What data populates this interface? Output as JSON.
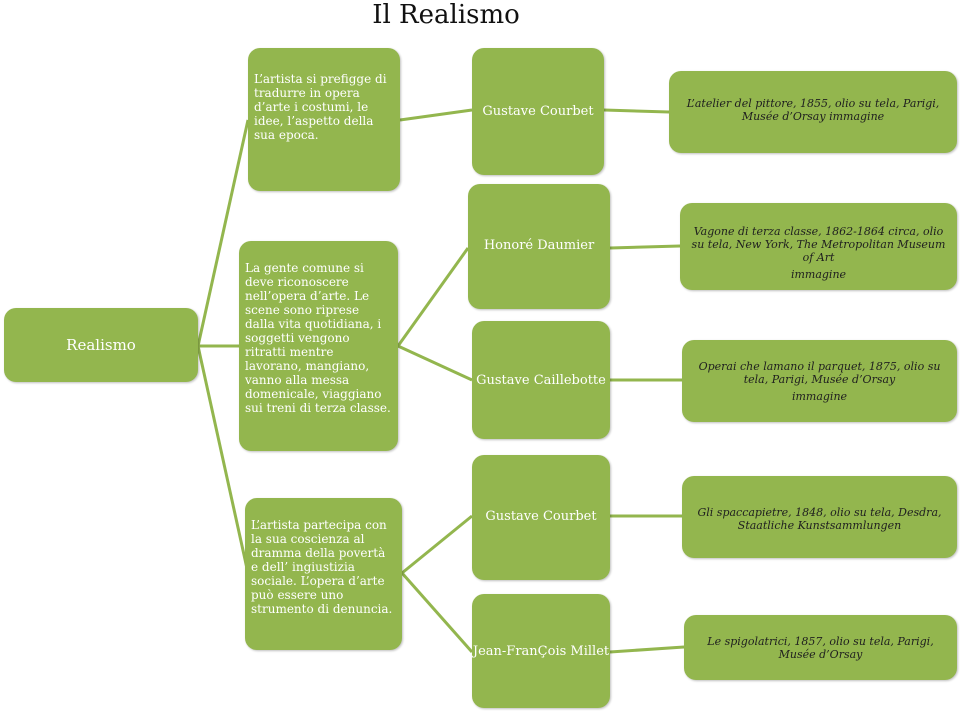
{
  "title": "Il Realismo",
  "root": "Realismo",
  "groups": [
    {
      "description": "L’artista si prefigge di tradurre in opera d’arte i  costumi, le idee, l’aspetto della sua epoca.",
      "artists": [
        {
          "name": "Gustave Courbet",
          "work": "L’atelier del pittore, 1855, olio su tela, Parigi, Musée d’Orsay immagine",
          "link": ""
        }
      ]
    },
    {
      "description": "La gente comune si deve riconoscere nell’opera d’arte. Le scene  sono riprese dalla vita quotidiana, i soggetti  vengono ritratti mentre lavorano, mangiano, vanno alla messa domenicale, viaggiano sui treni di terza classe.",
      "artists": [
        {
          "name": "Honoré Daumier",
          "work": "Vagone di terza classe, 1862-1864 circa, olio su tela, New York, The Metropolitan Museum of Art",
          "link": "immagine"
        },
        {
          "name": "Gustave Caillebotte",
          "work": "Operai che lamano il parquet, 1875, olio su tela, Parigi, Musée d’Orsay",
          "link": "immagine"
        }
      ]
    },
    {
      "description": "L’artista partecipa con la sua coscienza al dramma della povertà e dell’ ingiustizia sociale. L’opera d’arte può essere uno strumento di denuncia.",
      "artists": [
        {
          "name": "Gustave Courbet",
          "work": "Gli spaccapietre, 1848, olio su tela, Desdra, Staatliche Kunstsammlungen",
          "link": ""
        },
        {
          "name": "Jean-FranÇois Millet",
          "work": "Le spigolatrici, 1857, olio su tela, Parigi, Musée d’Orsay",
          "link": ""
        }
      ]
    }
  ]
}
